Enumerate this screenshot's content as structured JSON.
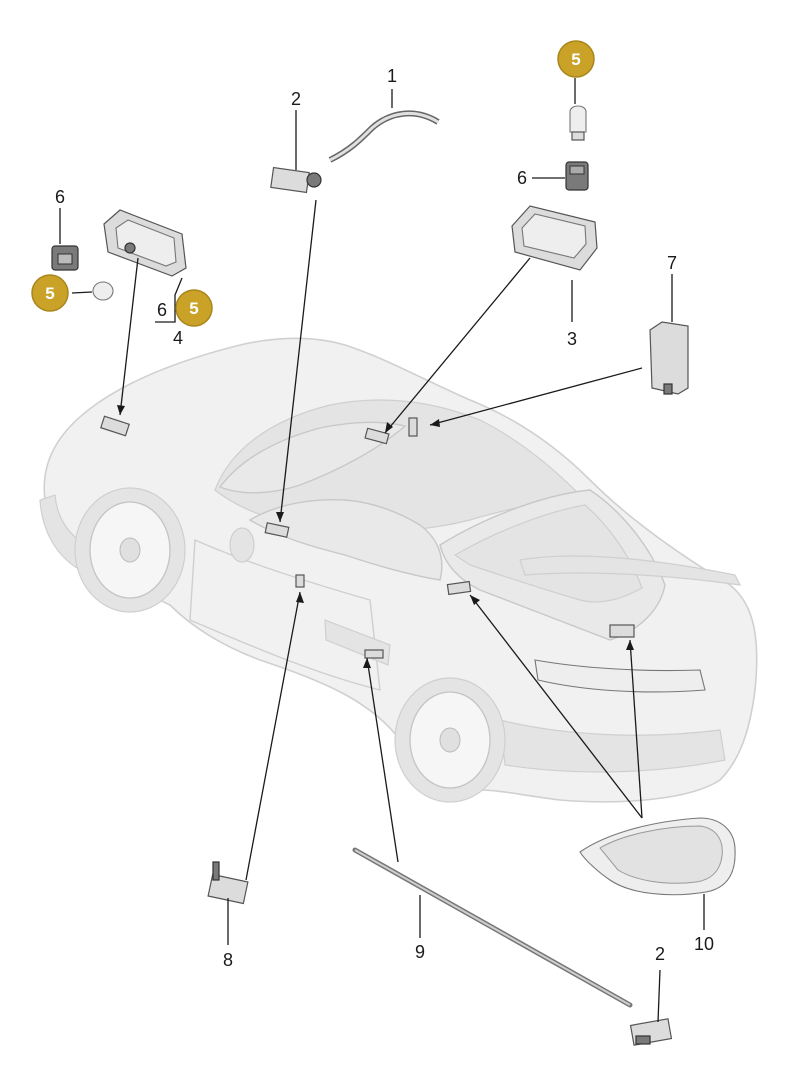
{
  "callouts": [
    {
      "id": "c1",
      "label": "1"
    },
    {
      "id": "c2a",
      "label": "2"
    },
    {
      "id": "c2b",
      "label": "2"
    },
    {
      "id": "c3",
      "label": "3"
    },
    {
      "id": "c4",
      "label": "4"
    },
    {
      "id": "c6a",
      "label": "6"
    },
    {
      "id": "c6b",
      "label": "6"
    },
    {
      "id": "c6c",
      "label": "6"
    },
    {
      "id": "c7",
      "label": "7"
    },
    {
      "id": "c8",
      "label": "8"
    },
    {
      "id": "c9",
      "label": "9"
    },
    {
      "id": "c10",
      "label": "10"
    }
  ],
  "badges": [
    {
      "id": "b5a",
      "label": "5"
    },
    {
      "id": "b5b",
      "label": "5"
    },
    {
      "id": "b5c",
      "label": "5"
    }
  ],
  "colors": {
    "badge_fill": "#c9a227",
    "badge_stroke": "#a8861c",
    "line": "#1a1a1a",
    "car_body": "#f1f1f1"
  }
}
